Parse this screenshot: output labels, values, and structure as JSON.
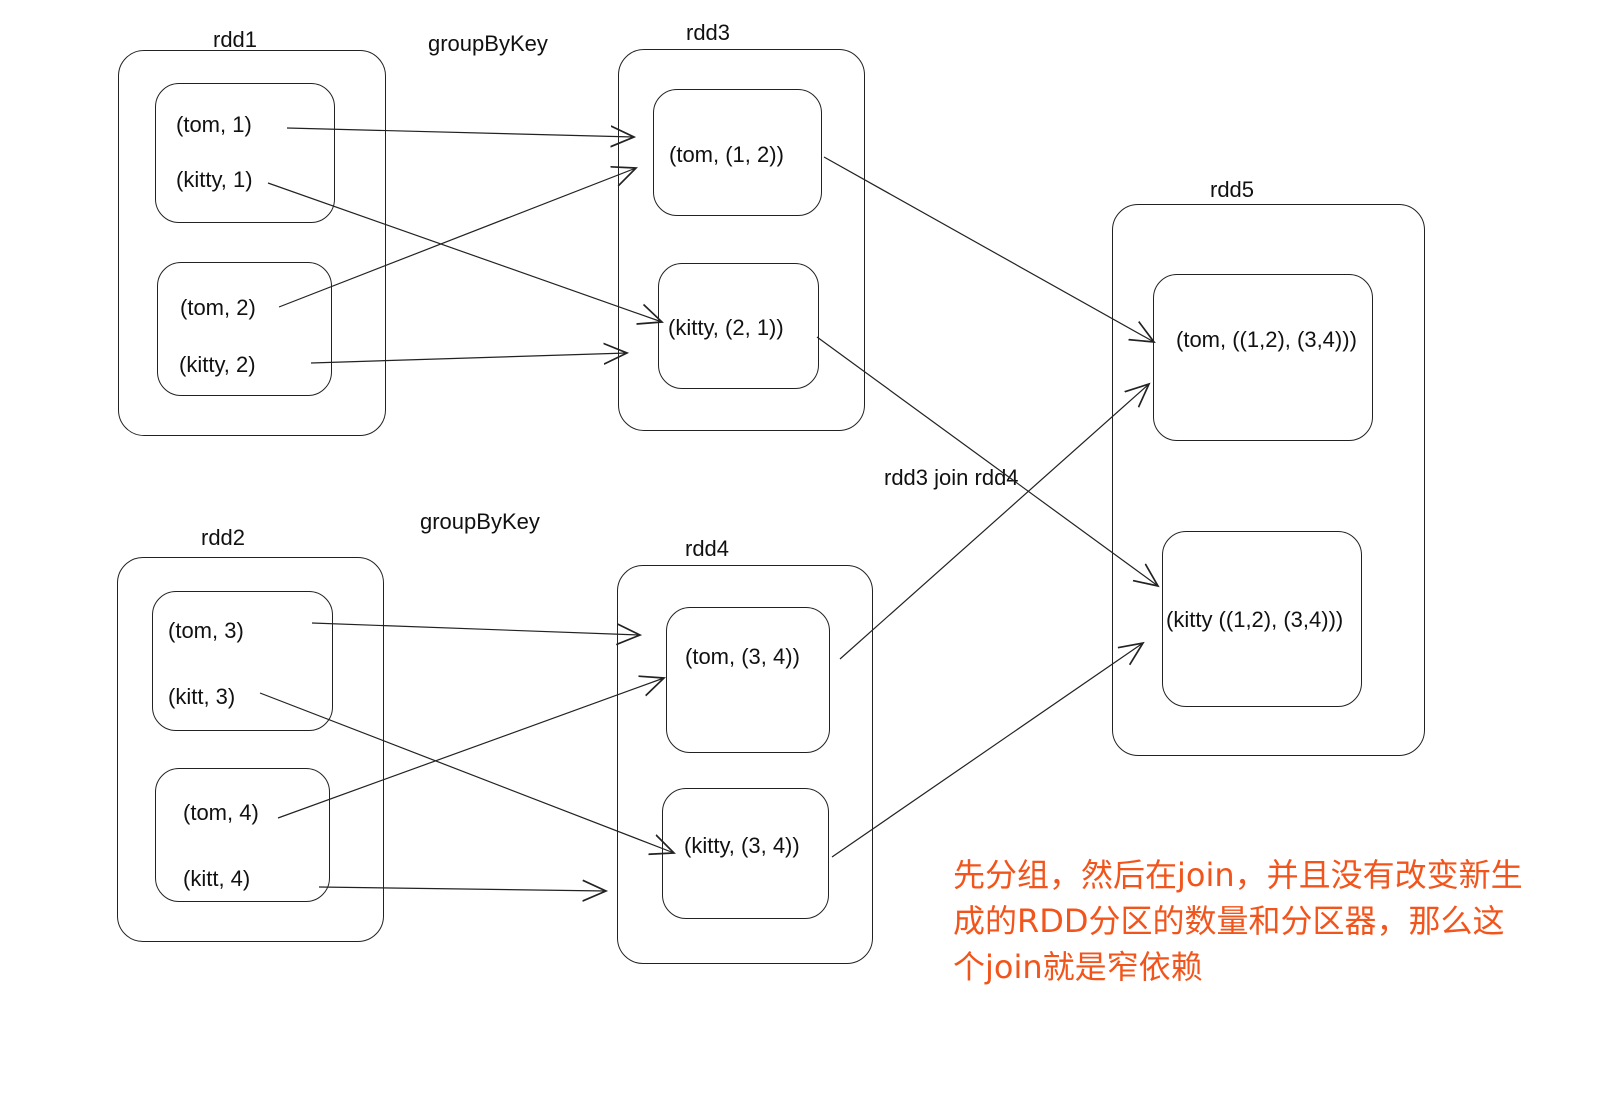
{
  "rdds": {
    "rdd1": {
      "name": "rdd1",
      "partitions": [
        [
          "(tom, 1)",
          "(kitty, 1)"
        ],
        [
          "(tom, 2)",
          "(kitty, 2)"
        ]
      ]
    },
    "rdd2": {
      "name": "rdd2",
      "partitions": [
        [
          "(tom, 3)",
          "(kitt, 3)"
        ],
        [
          "(tom, 4)",
          "(kitt, 4)"
        ]
      ]
    },
    "rdd3": {
      "name": "rdd3",
      "partitions": [
        [
          "(tom, (1, 2))"
        ],
        [
          "(kitty, (2, 1))"
        ]
      ]
    },
    "rdd4": {
      "name": "rdd4",
      "partitions": [
        [
          "(tom, (3, 4))"
        ],
        [
          "(kitty, (3, 4))"
        ]
      ]
    },
    "rdd5": {
      "name": "rdd5",
      "partitions": [
        [
          "(tom, ((1,2), (3,4)))"
        ],
        [
          "(kitty ((1,2), (3,4)))"
        ]
      ]
    }
  },
  "operations": {
    "group_top": "groupByKey",
    "group_bottom": "groupByKey",
    "join": "rdd3 join rdd4"
  },
  "note": {
    "text": "先分组，然后在join，并且没有改变新生成的RDD分区的数量和分区器，那么这个join就是窄依赖",
    "color": "#f2551c"
  }
}
